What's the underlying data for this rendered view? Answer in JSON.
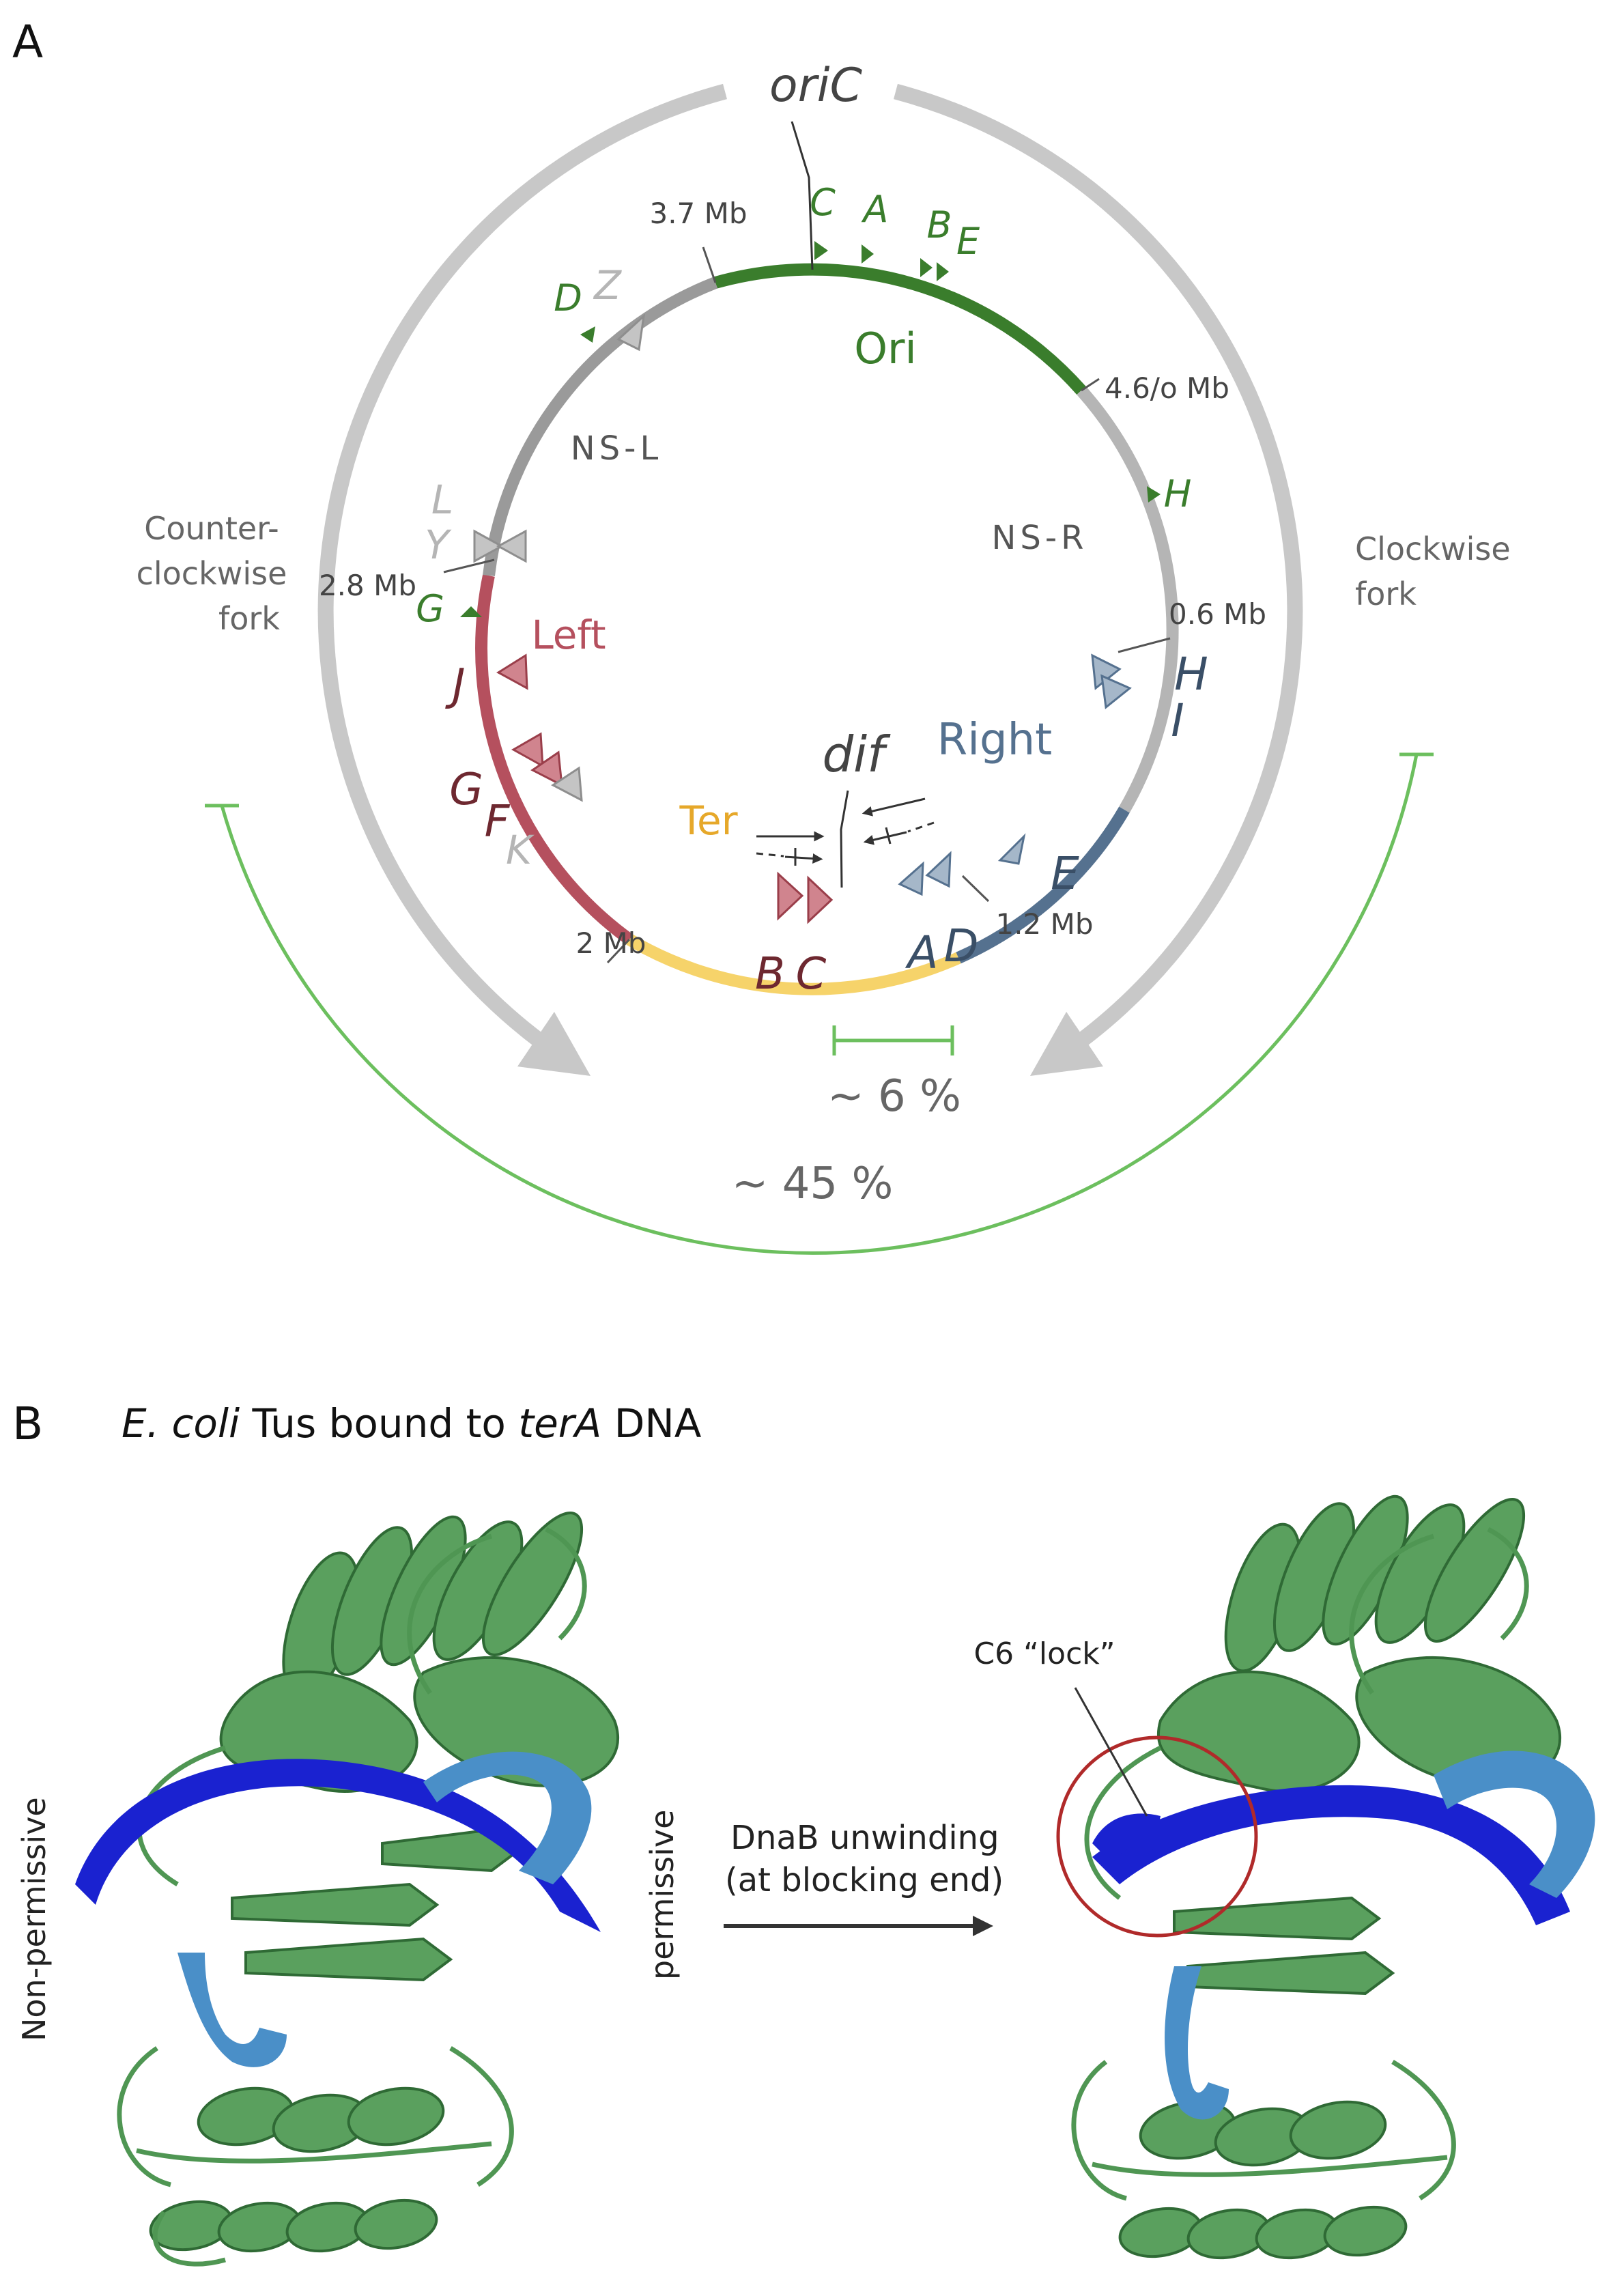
{
  "panel_a": {
    "label": "A",
    "origin": "oriC",
    "terminus_site": "dif",
    "regions": {
      "ori": "Ori",
      "ns_left": "NS-L",
      "ns_right": "NS-R",
      "left": "Left",
      "right": "Right",
      "ter": "Ter"
    },
    "positions": {
      "p37": "3.7 Mb",
      "p46": "4.6/o Mb",
      "p06": "0.6 Mb",
      "p28": "2.8 Mb",
      "p2": "2 Mb",
      "p12": "1.2 Mb"
    },
    "forks": {
      "ccw_line1": "Counter-",
      "ccw_line2": "clockwise",
      "ccw_line3": "fork",
      "cw_line1": "Clockwise",
      "cw_line2": "fork"
    },
    "spans": {
      "inner": "~ 6 %",
      "outer": "~ 45 %"
    },
    "ter_sites_green": {
      "c": "C",
      "a": "A",
      "b": "B",
      "e": "E",
      "d": "D",
      "h": "H",
      "g": "G"
    },
    "ter_sites_gray": {
      "z": "Z",
      "l": "L",
      "y": "Y",
      "k": "K"
    },
    "ter_sites_left": {
      "j": "J",
      "g": "G",
      "f": "F",
      "b": "B",
      "c": "C"
    },
    "ter_sites_right": {
      "h": "H",
      "i": "I",
      "e": "E",
      "a": "A",
      "d": "D"
    },
    "colors": {
      "ori": "#3a7d2c",
      "ns": "#9a9a9a",
      "ns_right": "#b5b5b5",
      "left": "#b5505e",
      "ter": "#f6d36a",
      "right": "#55718f",
      "fork_arrow": "#c8c8c8",
      "span": "#6cbf5e"
    }
  },
  "panel_b": {
    "label": "B",
    "title_organism": "E. coli",
    "title_middle": " Tus bound to ",
    "title_dna": "terA",
    "title_end": " DNA",
    "left_state": "Non-permissive",
    "right_state": "permissive",
    "arrow_line1": "DnaB unwinding",
    "arrow_line2": "(at blocking end)",
    "lock_label": "C6 “lock”",
    "colors": {
      "protein": "#5aa05e",
      "dna_strand": "#1a22d0",
      "dna_strand2": "#4a8fc8",
      "lock_circle": "#b02a2a"
    }
  }
}
